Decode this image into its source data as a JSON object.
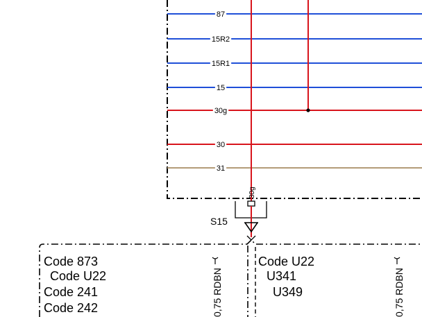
{
  "colors": {
    "blue": "#1f4fd8",
    "red": "#d8141c",
    "tan": "#b39b78",
    "black": "#000000"
  },
  "bus_lines": [
    {
      "label": "87",
      "color": "blue"
    },
    {
      "label": "15R2",
      "color": "blue"
    },
    {
      "label": "15R1",
      "color": "blue"
    },
    {
      "label": "15",
      "color": "blue"
    },
    {
      "label": "30g",
      "color": "red"
    },
    {
      "label": "30",
      "color": "red"
    },
    {
      "label": "31",
      "color": "tan"
    }
  ],
  "vertical_wire": {
    "label": "30g",
    "color": "red"
  },
  "splice": {
    "label": "S15"
  },
  "left_panel": {
    "codes": [
      "Code 873",
      "Code U22",
      "Code 241",
      "Code 242"
    ],
    "wire_spec": "0,75 RDBN"
  },
  "right_panel": {
    "codes": [
      "Code U22",
      "U341",
      "U349"
    ],
    "wire_spec": "0,75 RDBN"
  }
}
